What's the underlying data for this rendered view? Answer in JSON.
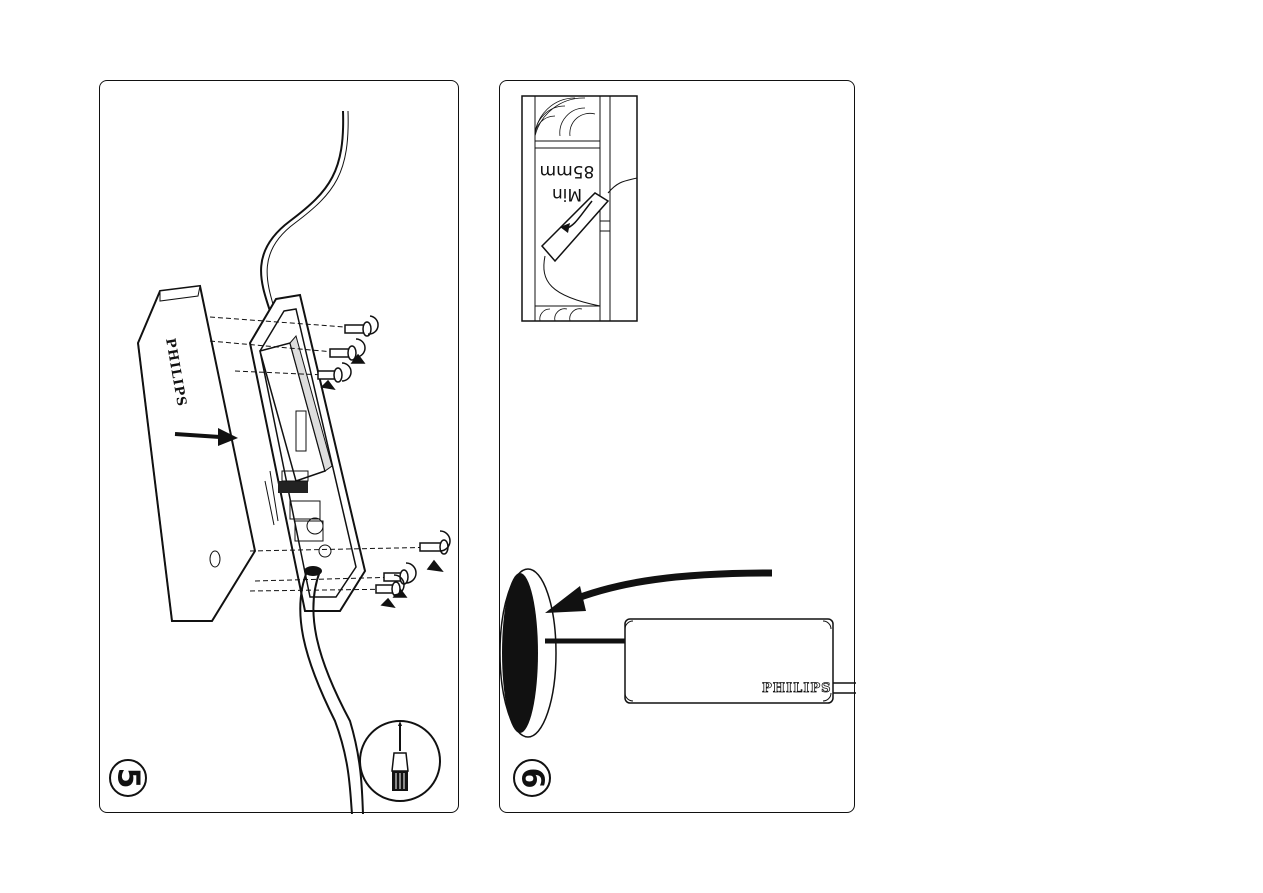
{
  "step5": {
    "number": "5",
    "brand_label": "PHILIPS"
  },
  "step6": {
    "number": "6",
    "inset_label_line1": "Min",
    "inset_label_line2": "85mm",
    "brand_label": "PHILIPS"
  },
  "icons": {
    "screwdriver": "screwdriver-icon",
    "push_arrow": "arrow-right-icon",
    "rotation": "rotate-arrow-icon"
  }
}
